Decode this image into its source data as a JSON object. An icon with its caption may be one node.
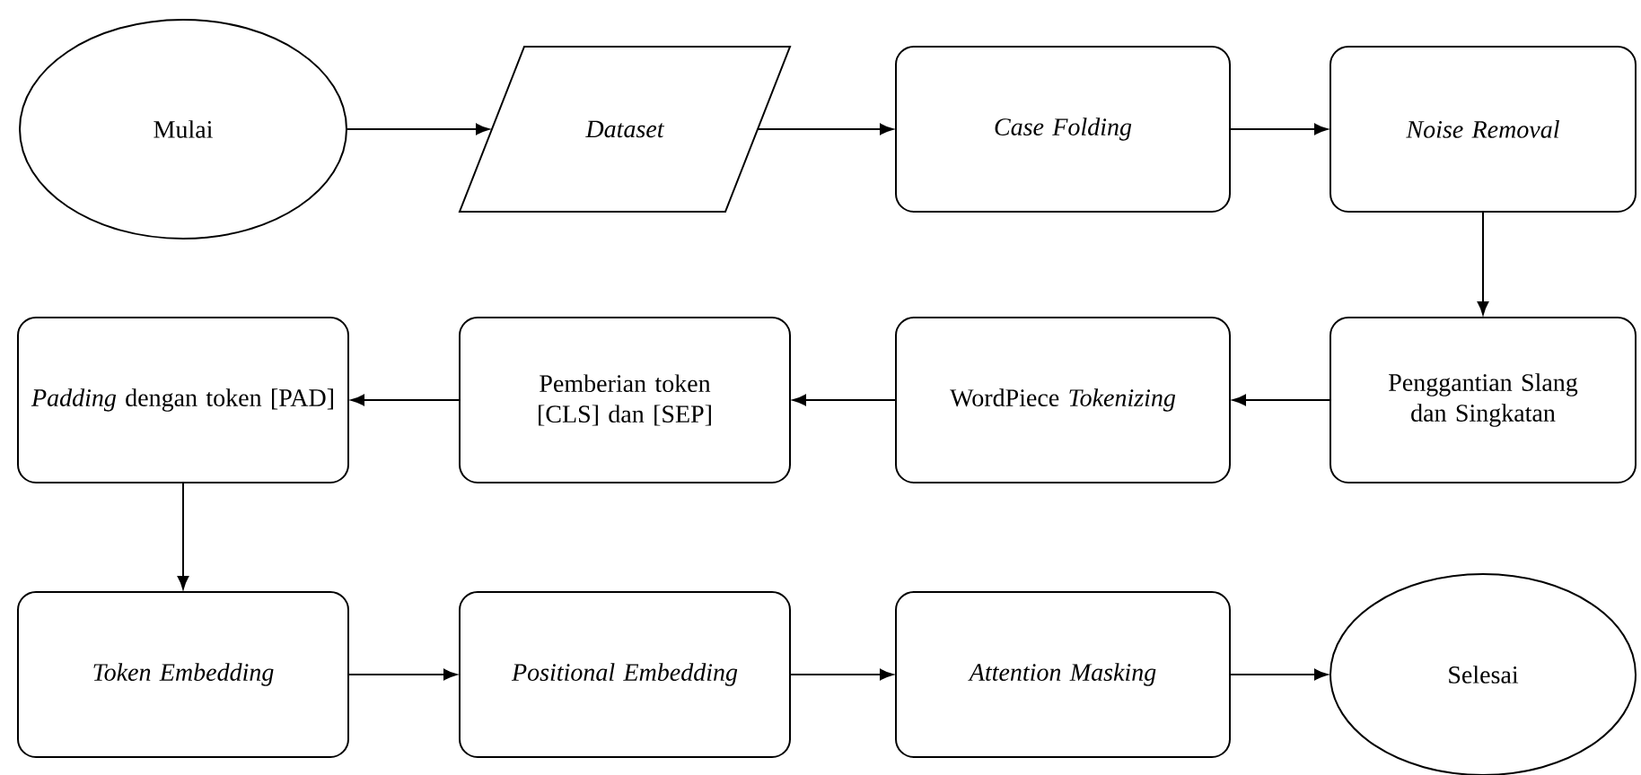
{
  "diagram": {
    "nodes": [
      {
        "text": [
          "Mulai"
        ]
      },
      {
        "text": [
          "Dataset"
        ]
      },
      {
        "text": [
          "Case Folding"
        ]
      },
      {
        "text": [
          "Noise Removal"
        ]
      },
      {
        "text": [
          "Penggantian Slang dan Singkatan"
        ]
      },
      {
        "text": [
          "WordPiece *Tokenizing*"
        ]
      },
      {
        "text": [
          "Pemberian token [CLS] dan [SEP]"
        ]
      },
      {
        "text": [
          "*Padding* dengan token [PAD]"
        ]
      },
      {
        "text": [
          "Token Embedding"
        ]
      },
      {
        "text": [
          "Positional Embedding"
        ]
      },
      {
        "text": [
          "Attention Masking"
        ]
      },
      {
        "text": [
          "Selesai"
        ]
      }
    ],
    "edges": [
      {
        "from": 0,
        "to": 1,
        "arrow": "to"
      },
      {
        "from": 1,
        "to": 2,
        "arrow": "to"
      },
      {
        "from": 2,
        "to": 3,
        "arrow": "to"
      },
      {
        "from": 3,
        "to": 4,
        "arrow": "to"
      },
      {
        "from": 4,
        "to": 5,
        "arrow": "to"
      },
      {
        "from": 5,
        "to": 6,
        "arrow": "to"
      },
      {
        "from": 6,
        "to": 7,
        "arrow": "to"
      },
      {
        "from": 7,
        "to": 8,
        "arrow": "to"
      },
      {
        "from": 8,
        "to": 9,
        "arrow": "to"
      },
      {
        "from": 9,
        "to": 10,
        "arrow": "to"
      },
      {
        "from": 10,
        "to": 11,
        "arrow": "to"
      }
    ]
  }
}
